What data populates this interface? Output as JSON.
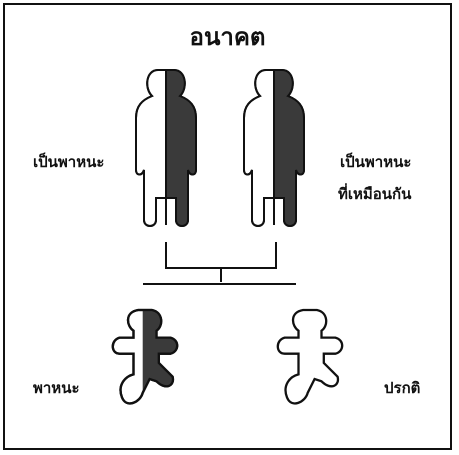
{
  "title": "อนาคต",
  "labels": {
    "left_adult": "เป็นพาหนะ",
    "right_adult_line1": "เป็นพาหนะ",
    "right_adult_line2": "ที่เหมือนกัน",
    "left_child": "พาหนะ",
    "right_child": "ปรกติ"
  },
  "colors": {
    "ink": "#111111",
    "shade": "#3a3a3a",
    "background": "#ffffff"
  }
}
